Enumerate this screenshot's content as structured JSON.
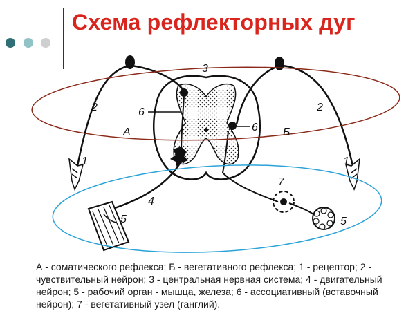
{
  "title": "Схема рефлекторных дуг",
  "colors": {
    "title": "#d9251d",
    "dot1": "#2f6f75",
    "dot2": "#8fc3c6",
    "dot3": "#cfcfcf",
    "ellipse_top": "#8b2a1a",
    "ellipse_bottom": "#2aa3d8"
  },
  "labels": {
    "n3": "3",
    "n2_left": "2",
    "n2_right": "2",
    "n6_left": "6",
    "n6_right": "6",
    "a": "А",
    "b": "Б",
    "n1_left": "1",
    "n1_right": "1",
    "n4": "4",
    "n5_left": "5",
    "n5_right": "5",
    "n7": "7"
  },
  "caption": {
    "text": "А - соматического рефлекса; Б - вегетативного рефлекса; 1 - рецептор; 2 - чувствительный нейрон; 3 - центральная нервная система; 4 - двигательный нейрон; 5 - рабочий орган - мышца, железа; 6 - ассоциативный (вставочный нейрон); 7 - вегетативный узел (ганглий)."
  }
}
